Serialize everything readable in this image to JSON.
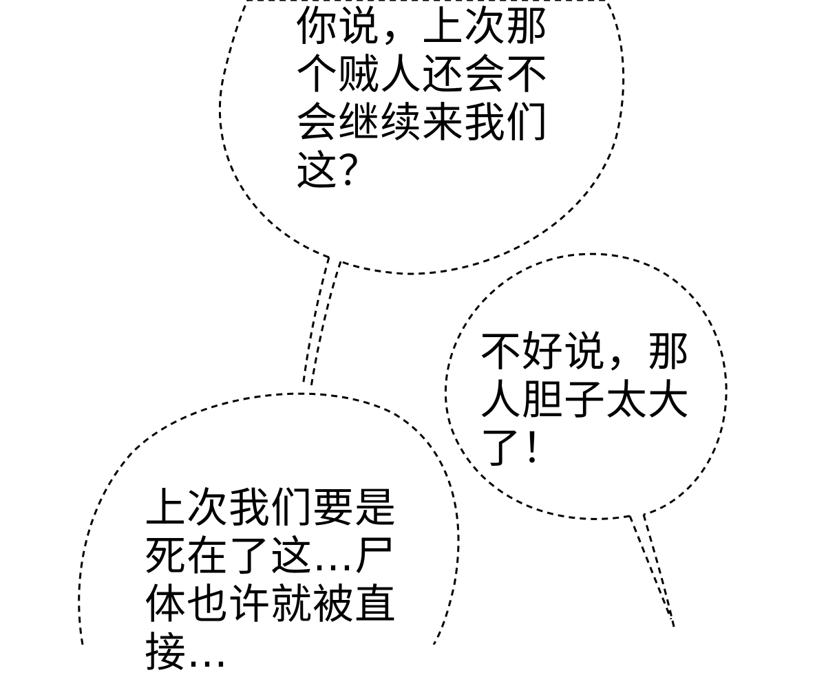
{
  "colors": {
    "background": "#ffffff",
    "ink": "#000000"
  },
  "bubbles": {
    "top": {
      "lines": [
        "你说，上次那",
        "个贼人还会不",
        "会继续来我们",
        "这？"
      ]
    },
    "right": {
      "lines": [
        "不好说，那",
        "人胆子太大",
        "了！"
      ]
    },
    "bottom": {
      "lines": [
        "上次我们要是",
        "死在了这…尸",
        "体也许就被直",
        "接…"
      ]
    }
  }
}
